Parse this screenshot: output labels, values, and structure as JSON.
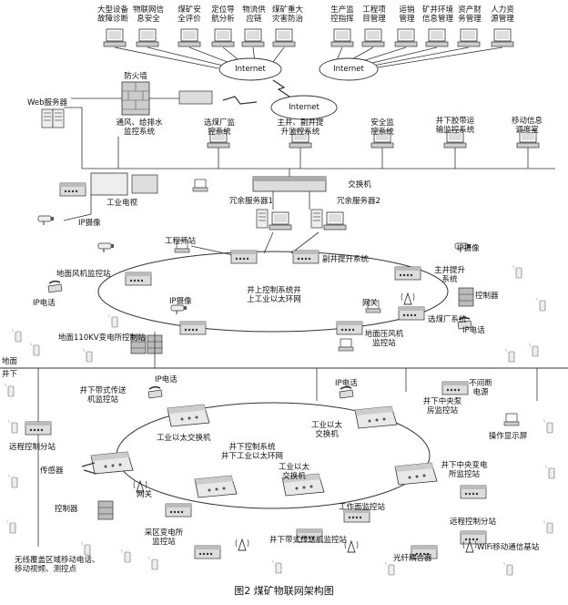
{
  "caption": "图2 煤矿物联网架构图",
  "top_apps_left": [
    "大型设备\n故障诊断",
    "物联网信\n息安全",
    "煤矿安\n全评价",
    "定位导\n航分析",
    "物流供\n应链",
    "煤矿重大\n灾害防治"
  ],
  "top_apps_right": [
    "生产监\n控指挥",
    "工程项\n目管理",
    "运销\n管理",
    "矿井环境\n信息管理",
    "资产财\n务管理",
    "人力资\n源管理"
  ],
  "internet_left": "Internet",
  "internet_right": "Internet",
  "internet_center": "Internet",
  "firewall": "防火墙",
  "web_server": "Web服务器",
  "ventilation": "通风、给排水\n监控系统",
  "coal_plant_mon": "选煤厂监\n控系统",
  "main_aux_hoist": "主井、副井提\n升监控系统",
  "safety_mon": "安全监\n控系统",
  "belt_mon": "井下胶带运\n输监控系统",
  "dispatch": "移动信息\n调度室",
  "industrial_tv": "工业电视",
  "ip_cam_top": "IP摄像",
  "switch_top": "交换机",
  "redundant_1": "冗余服务器1",
  "redundant_2": "冗余服务器2",
  "eng_station": "工程师站",
  "aux_hoist": "副井提升系统",
  "ip_cam_r": "IP摄像",
  "main_hoist": "主井提升\n系统",
  "controller_r": "控制器",
  "fan_station": "地面风机监控站",
  "ip_phone_l": "IP电话",
  "ring_top": "井上控制系统井\n上工业以太环网",
  "ip_cam_mid": "IP摄像",
  "gateway_top": "网关",
  "coal_plant_sys": "选煤厂系统",
  "ip_phone_r": "IP电话",
  "substation_110": "地面110KV变电所控制站",
  "compressor": "地面压风机\n监控站",
  "ground_label": "地面",
  "under_label": "井下",
  "ip_phone_ul": "IP电话",
  "belt_station": "井下带式传送\n机监控站",
  "ip_phone_ur": "IP电话",
  "ups": "不间断\n电源",
  "pump_station": "井下中央泵\n房监控站",
  "eth_switch_r": "工业以太\n交换机",
  "operator_display": "操作显示屏",
  "eth_switch_l": "工业以太交换机",
  "remote_ctrl_l": "远程控制分站",
  "sensor": "传感器",
  "under_ring": "井下控制系统\n井下工业以太环网",
  "gateway_bottom": "网关",
  "eth_switch_c": "工业以太\n交换机",
  "substation_center": "井下中央变电\n所监控站",
  "controller_l": "控制器",
  "work_monitor": "工作面监控站",
  "mining_sub": "采区变电所\n监控站",
  "belt_conveyor2": "井下带式传送机监控站",
  "remote_ctrl_r": "远程控制分站",
  "fiber_coupler": "光纤耦合器",
  "wifi_base": "WiFi移动通信基站",
  "wireless": "无线覆盖区域移动电话、\n移动视频、测控点"
}
